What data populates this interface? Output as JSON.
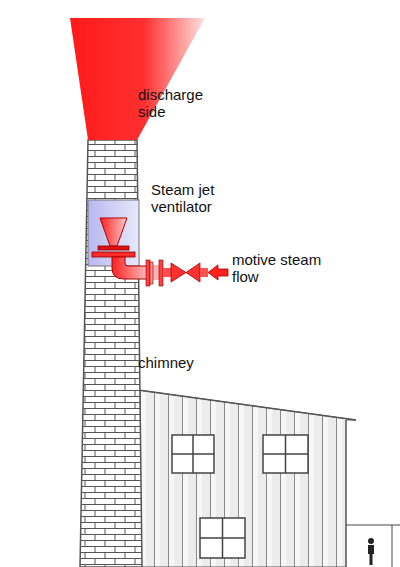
{
  "diagram": {
    "labels": [
      "discharge side",
      "Steam jet ventilator",
      "motive steam flow",
      "chimney"
    ]
  }
}
